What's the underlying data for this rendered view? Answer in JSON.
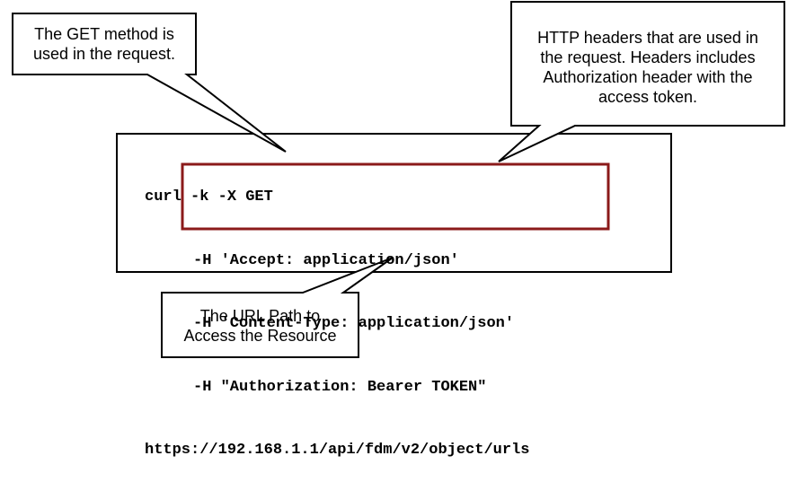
{
  "callouts": {
    "method": {
      "line1": "The GET method is",
      "line2": "used in the request."
    },
    "headers": {
      "line1": "HTTP headers that are used in",
      "line2": "the request. Headers includes",
      "line3": "Authorization header with the",
      "line4": "access token."
    },
    "url": {
      "line1": "The URL Path to",
      "line2": "Access the Resource"
    }
  },
  "code": {
    "command": "curl -k -X GET",
    "header_accept": "-H 'Accept: application/json'",
    "header_content_type": "-H 'Content-Type: application/json'",
    "header_authorization": "-H \"Authorization: Bearer TOKEN\"",
    "url": "https://192.168.1.1/api/fdm/v2/object/urls"
  },
  "colors": {
    "highlight_border": "#8b1a1a",
    "box_border": "#000000",
    "background": "#ffffff",
    "text": "#000000"
  }
}
